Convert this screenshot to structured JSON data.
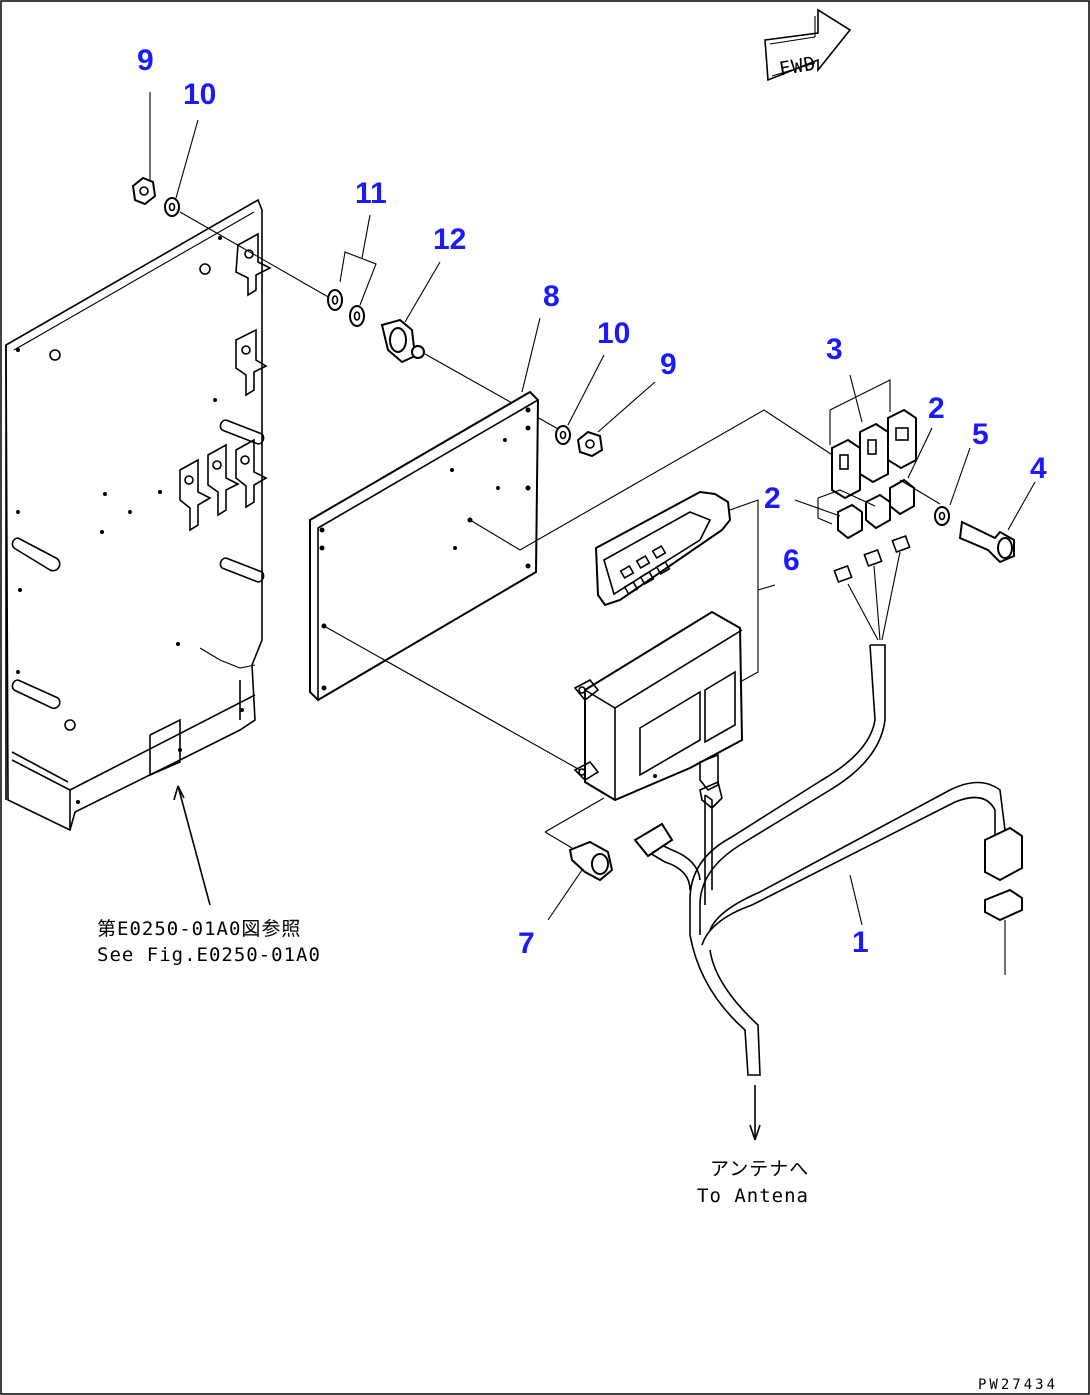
{
  "fwd_label": "FWD",
  "callouts": [
    {
      "id": "c9a",
      "text": "9"
    },
    {
      "id": "c10a",
      "text": "10"
    },
    {
      "id": "c11",
      "text": "11"
    },
    {
      "id": "c12",
      "text": "12"
    },
    {
      "id": "c8",
      "text": "8"
    },
    {
      "id": "c10b",
      "text": "10"
    },
    {
      "id": "c9b",
      "text": "9"
    },
    {
      "id": "c3",
      "text": "3"
    },
    {
      "id": "c2a",
      "text": "2"
    },
    {
      "id": "c5",
      "text": "5"
    },
    {
      "id": "c4",
      "text": "4"
    },
    {
      "id": "c2b",
      "text": "2"
    },
    {
      "id": "c6",
      "text": "6"
    },
    {
      "id": "c7",
      "text": "7"
    },
    {
      "id": "c1",
      "text": "1"
    }
  ],
  "reference_note": {
    "line1": "第E0250-01A0図参照",
    "line2": "See Fig.E0250-01A0"
  },
  "antenna_note": {
    "line1": "アンテナへ",
    "line2": "To Antena"
  },
  "drawing_code": "PW27434"
}
